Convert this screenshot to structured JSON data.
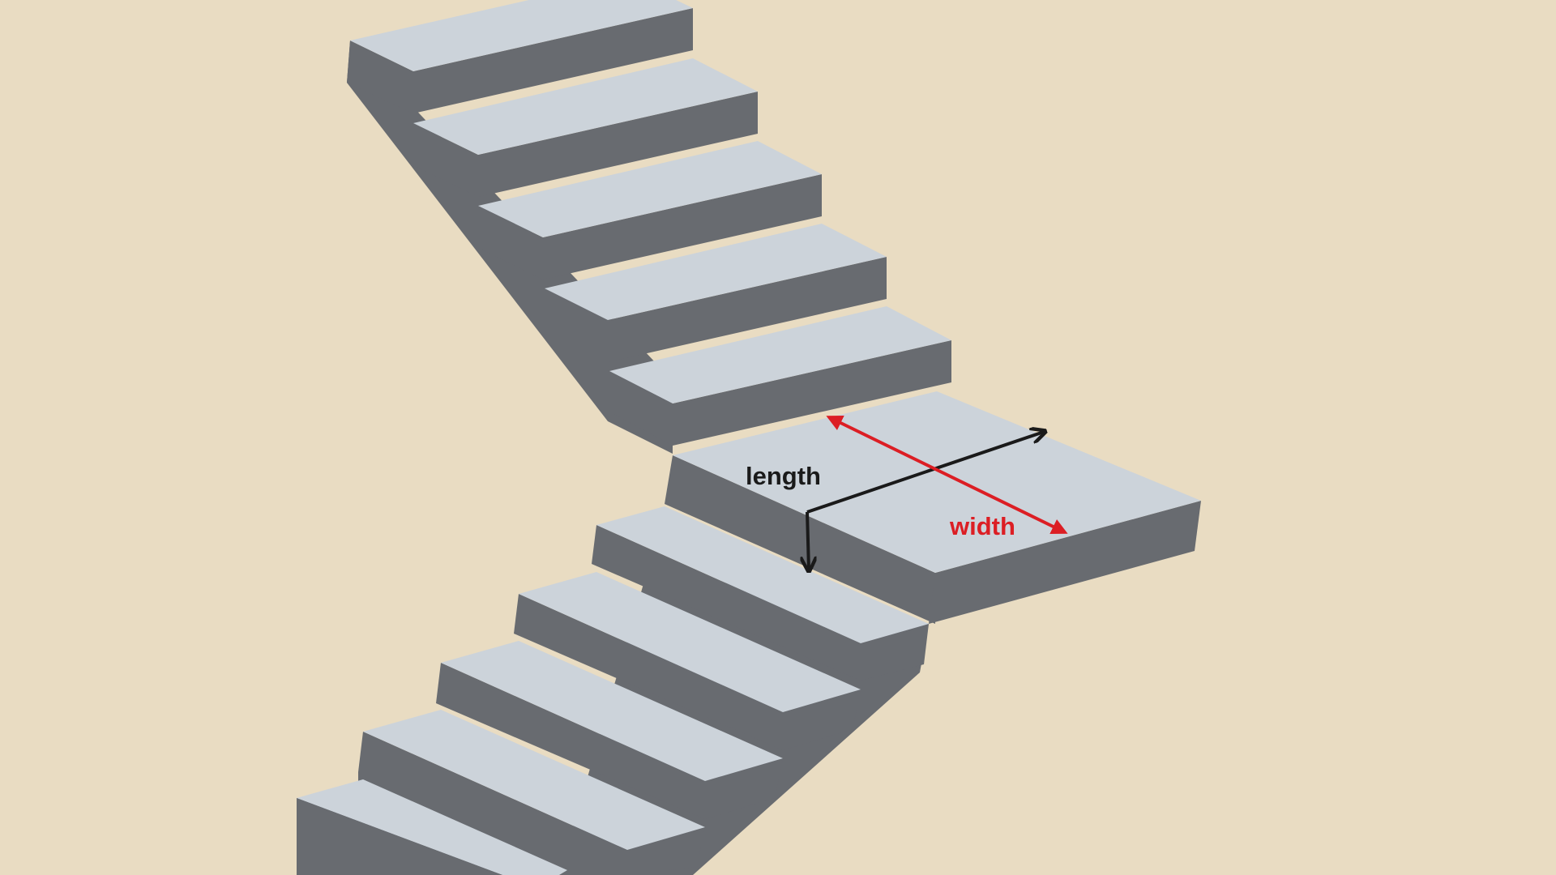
{
  "labels": {
    "length": "length",
    "width": "width"
  },
  "colors": {
    "background": "#e9dcc2",
    "tread_top": "#ccd3da",
    "riser_side": "#686b70",
    "length_arrow": "#1a1a1a",
    "width_arrow": "#dc1e24"
  },
  "upper_flight": {
    "steps": 5
  },
  "lower_flight": {
    "steps": 5
  }
}
